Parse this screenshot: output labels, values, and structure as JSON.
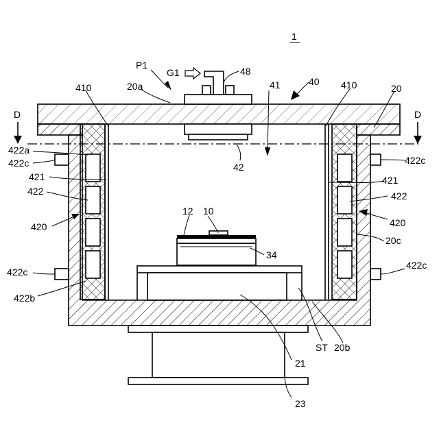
{
  "figure_number": "1",
  "labels": {
    "p1": "P1",
    "g1": "G1",
    "n48": "48",
    "n40": "40",
    "n410_left": "410",
    "n20a": "20a",
    "n41": "41",
    "n410_right": "410",
    "n20": "20",
    "d_left": "D",
    "d_right": "D",
    "n422a": "422a",
    "n422c_left_top": "422c",
    "n421_left": "421",
    "n422_left": "422",
    "n420_left": "420",
    "n42": "42",
    "n422c_right_top": "422c",
    "n421_right": "421",
    "n422_right": "422",
    "n420_right": "420",
    "n20c": "20c",
    "n12": "12",
    "n10": "10",
    "n34": "34",
    "n422c_left_bottom": "422c",
    "n422b": "422b",
    "n422c_right_bottom": "422c",
    "st": "ST",
    "n20b": "20b",
    "n21": "21",
    "n23": "23"
  }
}
